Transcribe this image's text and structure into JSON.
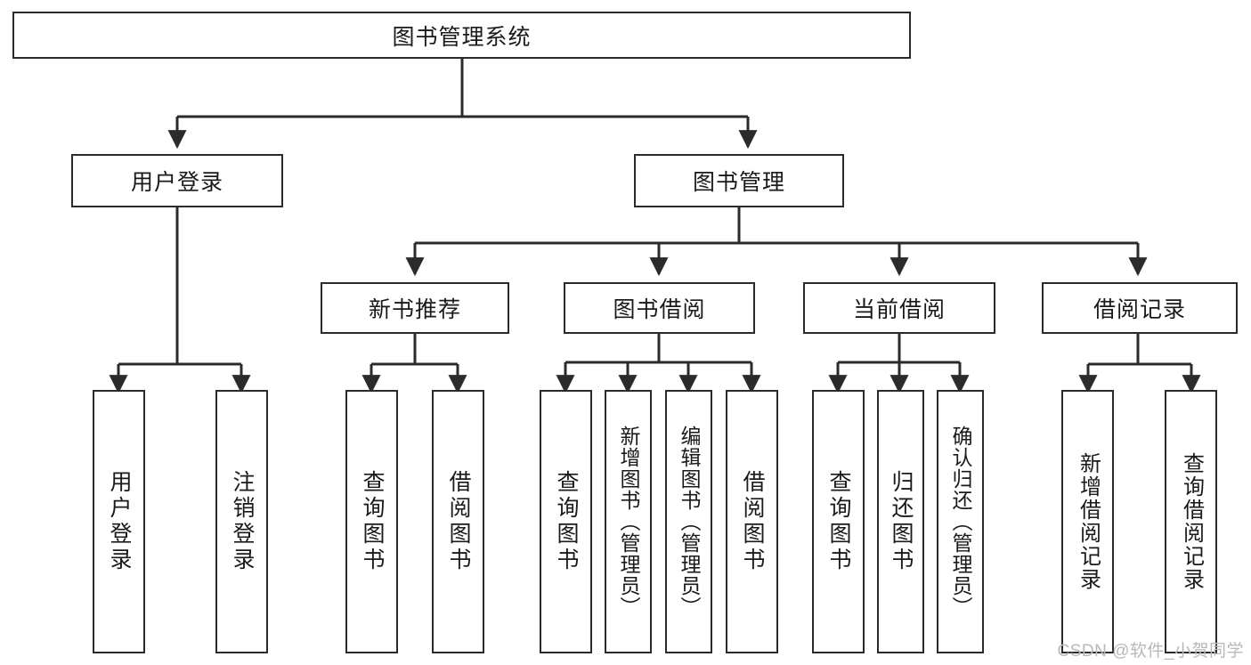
{
  "diagram": {
    "title": "图书管理系统",
    "type": "tree-hierarchy-diagram",
    "colors": {
      "box_border": "#2b2b2b",
      "box_fill": "#ffffff",
      "connector": "#2b2b2b",
      "background": "#ffffff",
      "watermark": "#b8b8b8"
    },
    "root": {
      "label": "图书管理系统"
    },
    "level2": [
      {
        "label": "用户登录"
      },
      {
        "label": "图书管理"
      }
    ],
    "level3": [
      {
        "label": "新书推荐"
      },
      {
        "label": "图书借阅"
      },
      {
        "label": "当前借阅"
      },
      {
        "label": "借阅记录"
      }
    ],
    "leaves": {
      "user_login": [
        {
          "label": "用户登录"
        },
        {
          "label": "注销登录"
        }
      ],
      "new_book_recommend": [
        {
          "label": "查询图书"
        },
        {
          "label": "借阅图书"
        }
      ],
      "book_borrow": [
        {
          "label": "查询图书"
        },
        {
          "label": "新增图书（管理员）"
        },
        {
          "label": "编辑图书（管理员）"
        },
        {
          "label": "借阅图书"
        }
      ],
      "current_borrow": [
        {
          "label": "查询图书"
        },
        {
          "label": "归还图书"
        },
        {
          "label": "确认归还（管理员）"
        }
      ],
      "borrow_record": [
        {
          "label": "新增借阅记录"
        },
        {
          "label": "查询借阅记录"
        }
      ]
    },
    "watermark": "CSDN @软件_小贺同学"
  }
}
